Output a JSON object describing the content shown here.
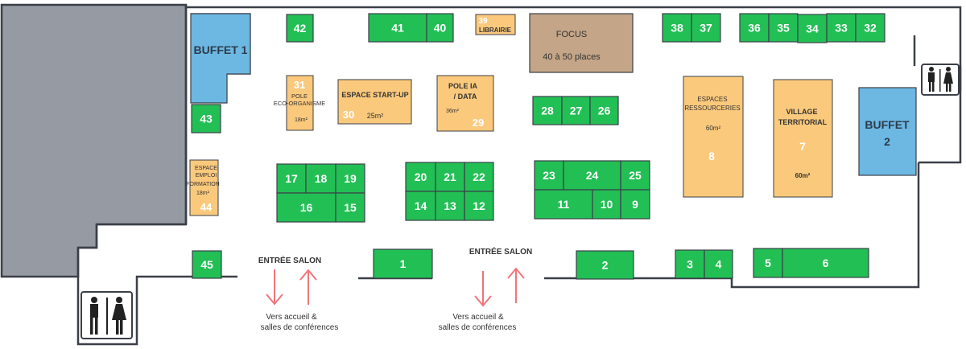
{
  "colors": {
    "green_stand": "#22bf55",
    "orange_stand": "#fbc97c",
    "buffet_blue": "#6cb8e3",
    "focus_brown": "#c4a587",
    "blocked_grey": "#959aa3",
    "wall": "#3b3f48",
    "arrow_red": "#f0757a",
    "text_dark": "#333333"
  },
  "stands": {
    "s1": "1",
    "s2": "2",
    "s3": "3",
    "s4": "4",
    "s5": "5",
    "s6": "6",
    "s9": "9",
    "s10": "10",
    "s11": "11",
    "s12": "12",
    "s13": "13",
    "s14": "14",
    "s15": "15",
    "s16": "16",
    "s17": "17",
    "s18": "18",
    "s19": "19",
    "s20": "20",
    "s21": "21",
    "s22": "22",
    "s23": "23",
    "s24": "24",
    "s25": "25",
    "s26": "26",
    "s27": "27",
    "s28": "28",
    "s32": "32",
    "s33": "33",
    "s34": "34",
    "s35": "35",
    "s36": "36",
    "s37": "37",
    "s38": "38",
    "s40": "40",
    "s41": "41",
    "s42": "42",
    "s43": "43",
    "s45": "45"
  },
  "zones": {
    "buffet1": "BUFFET 1",
    "buffet2_line1": "BUFFET",
    "buffet2_line2": "2",
    "focus_title": "FOCUS",
    "focus_capacity": "40 à 50 places",
    "librairie_num": "39",
    "librairie_label": "LIBRAIRIE",
    "eco_num": "31",
    "eco_line1": "POLE",
    "eco_line2": "ECO-ORGANISME",
    "eco_area": "18m²",
    "startup_label": "ESPACE START-UP",
    "startup_num": "30",
    "startup_area": "25m²",
    "ia_line1": "POLE IA",
    "ia_line2": "/ DATA",
    "ia_area": "36m²",
    "ia_num": "29",
    "ressources_line1": "ESPACES",
    "ressources_line2": "RESSOURCERIES",
    "ressources_area": "60m²",
    "ressources_num": "8",
    "village_line1": "VILLAGE",
    "village_line2": "TERRITORIAL",
    "village_num": "7",
    "village_area": "60m²",
    "emploi_line1": "ESPACE",
    "emploi_line2": "EMPLOI",
    "emploi_line3": "FORMATION",
    "emploi_area": "18m²",
    "emploi_num": "44"
  },
  "entrances": {
    "left_label": "ENTRÉE SALON",
    "left_dest1": "Vers accueil &",
    "left_dest2": "salles de conférences",
    "right_label": "ENTRÉE SALON",
    "right_dest1": "Vers accueil &",
    "right_dest2": "salles de conférences"
  },
  "icons": {
    "restroom_right": "restroom-icon",
    "restroom_left": "restroom-icon"
  }
}
